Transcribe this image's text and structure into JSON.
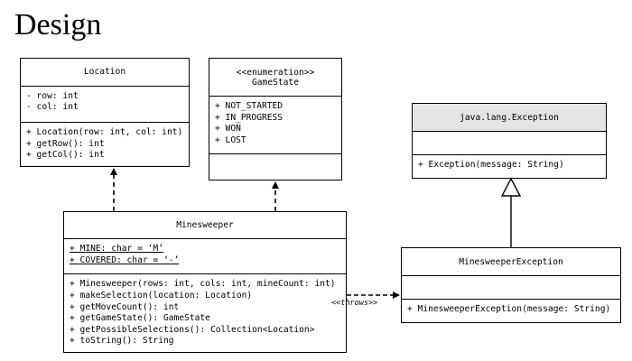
{
  "slide": {
    "title": "Design"
  },
  "classes": {
    "location": {
      "name": "Location",
      "attributes": [
        "- row: int",
        "- col: int"
      ],
      "operations": [
        "+ Location(row: int, col: int)",
        "+ getRow(): int",
        "+ getCol(): int"
      ]
    },
    "gamestate": {
      "stereotype": "<<enumeration>>",
      "name": "GameState",
      "literals": [
        "+ NOT_STARTED",
        "+ IN_PROGRESS",
        "+ WON",
        "+ LOST"
      ]
    },
    "exception": {
      "name": "java.lang.Exception",
      "operations": [
        "+ Exception(message: String)"
      ]
    },
    "minesweeper": {
      "name": "Minesweeper",
      "static_attributes": [
        "+ MINE: char = ‘M’",
        "+ COVERED: char = ‘-’"
      ],
      "operations": [
        "+ Minesweeper(rows: int, cols: int, mineCount: int)",
        "+ makeSelection(location: Location)",
        "+ getMoveCount(): int",
        "+ getGameState(): GameState",
        "+ getPossibleSelections(): Collection<Location>",
        "+ toString(): String"
      ]
    },
    "minesweeper_exception": {
      "name": "MinesweeperException",
      "operations": [
        "+ MinesweeperException(message: String)"
      ]
    }
  },
  "relations": {
    "throws_label": "<<throws>>"
  }
}
